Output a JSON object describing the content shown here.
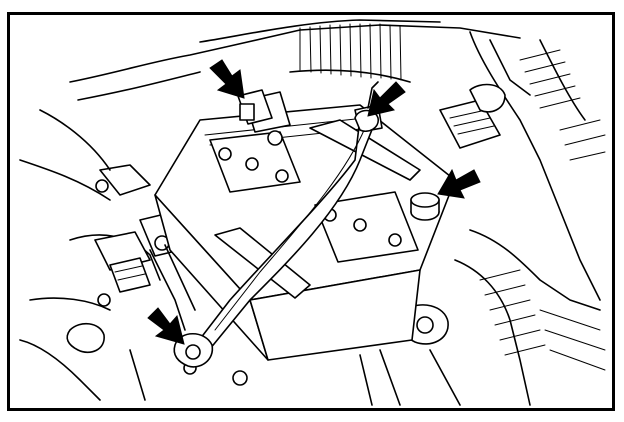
{
  "figure": {
    "arrows": [
      "hold-down-clamp-arrow",
      "positive-terminal-arrow",
      "negative-terminal-arrow",
      "clamp-bolt-arrow"
    ],
    "colors": {
      "ink": "#000000",
      "paper": "#ffffff"
    }
  }
}
